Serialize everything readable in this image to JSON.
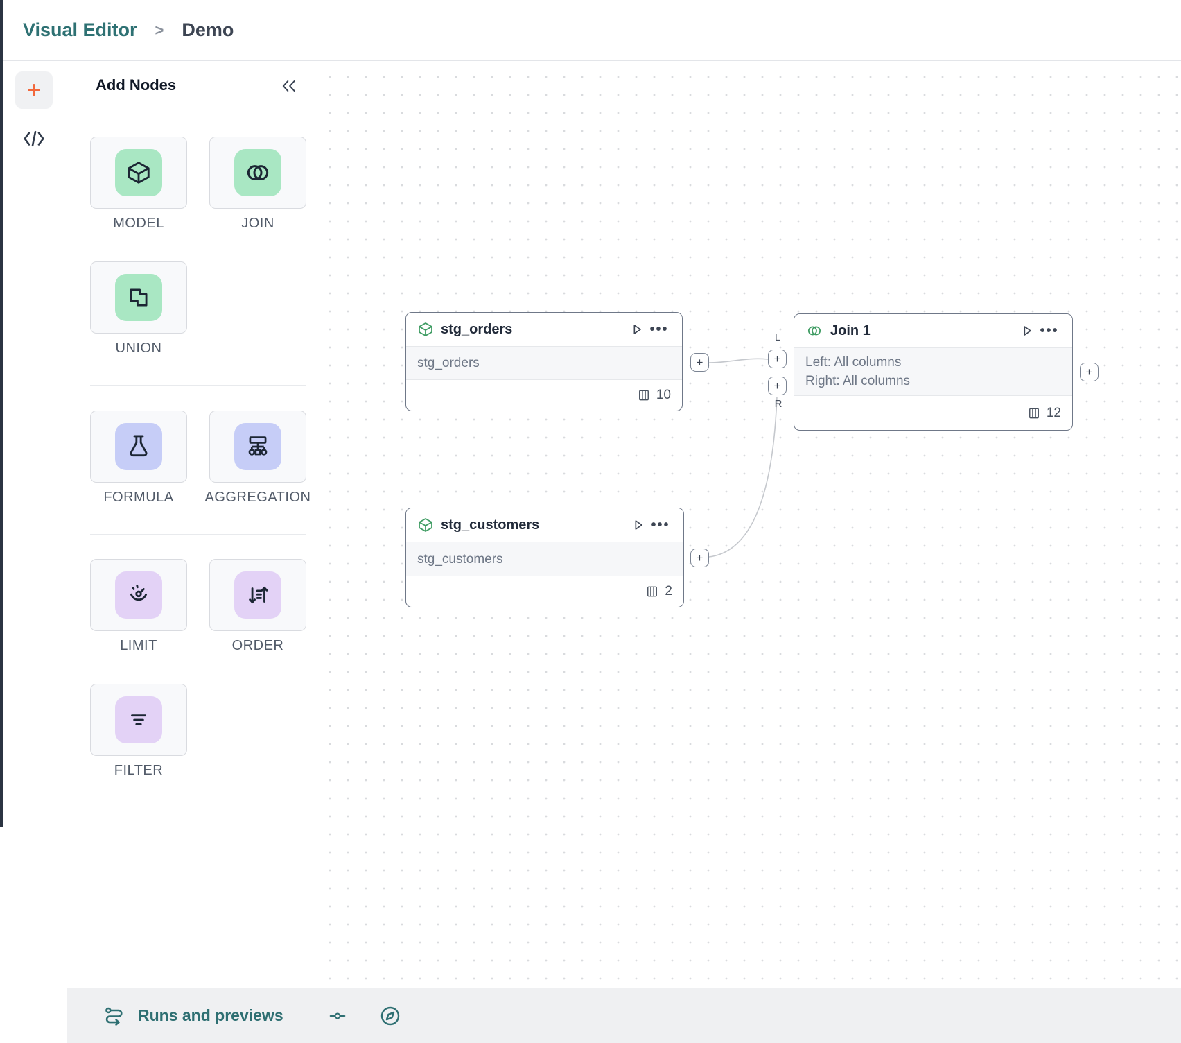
{
  "header": {
    "breadcrumb_root": "Visual Editor",
    "breadcrumb_separator": ">",
    "breadcrumb_current": "Demo"
  },
  "rail": {
    "add_label": "+"
  },
  "panel": {
    "title": "Add Nodes",
    "items": [
      {
        "label": "MODEL",
        "icon": "cube-icon",
        "tile_color": "#a9e7c3"
      },
      {
        "label": "JOIN",
        "icon": "join-icon",
        "tile_color": "#a9e7c3"
      },
      {
        "label": "UNION",
        "icon": "union-icon",
        "tile_color": "#a9e7c3"
      },
      {
        "label": "FORMULA",
        "icon": "flask-icon",
        "tile_color": "#c6cdf7"
      },
      {
        "label": "AGGREGATION",
        "icon": "hierarchy-icon",
        "tile_color": "#c6cdf7"
      },
      {
        "label": "LIMIT",
        "icon": "gauge-icon",
        "tile_color": "#e3d2f6"
      },
      {
        "label": "ORDER",
        "icon": "sort-icon",
        "tile_color": "#e3d2f6"
      },
      {
        "label": "FILTER",
        "icon": "filter-icon",
        "tile_color": "#e3d2f6"
      }
    ]
  },
  "canvas": {
    "nodes": [
      {
        "title": "stg_orders",
        "icon": "cube-icon",
        "body": "stg_orders",
        "columns": "10"
      },
      {
        "title": "Join 1",
        "icon": "join-icon",
        "body_line1": "Left: All columns",
        "body_line2": "Right: All columns",
        "columns": "12"
      },
      {
        "title": "stg_customers",
        "icon": "cube-icon",
        "body": "stg_customers",
        "columns": "2"
      }
    ],
    "handles": {
      "plus": "+",
      "left": "L",
      "right": "R"
    }
  },
  "statusbar": {
    "runs": "Runs and previews"
  },
  "colors": {
    "brand_teal": "#2e7173",
    "accent_orange": "#f2683c",
    "tile_green": "#a9e7c3",
    "tile_indigo": "#c6cdf7",
    "tile_purple": "#e3d2f6",
    "node_icon_green": "#3f9c63",
    "edge_gray": "#c5c8cd"
  }
}
